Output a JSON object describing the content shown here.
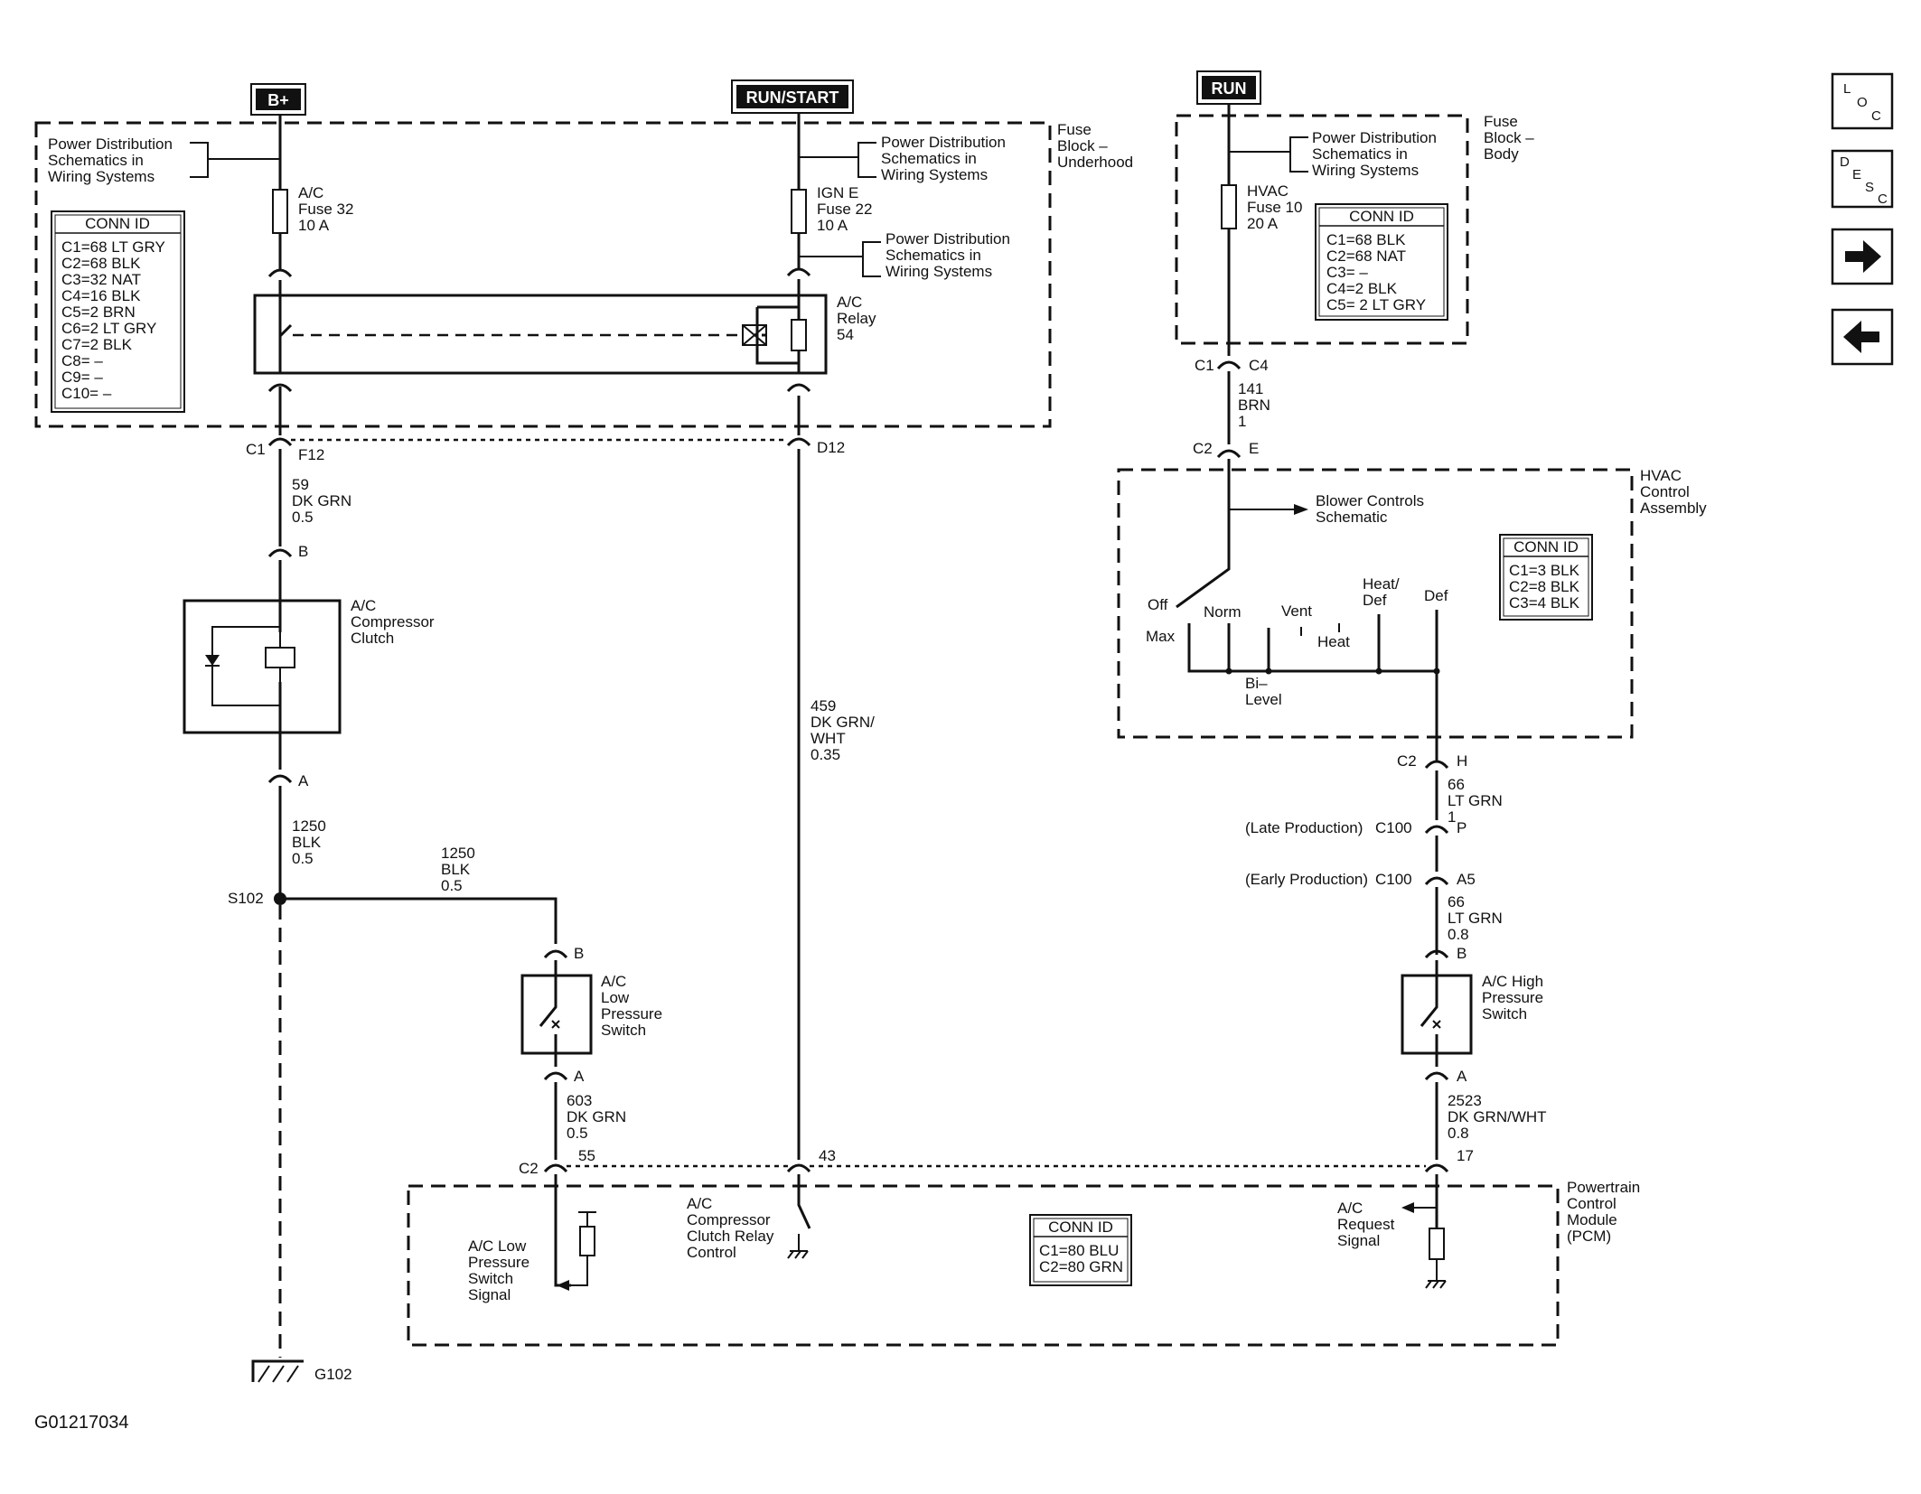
{
  "sources": {
    "bplus": "B+",
    "runstart": "RUN/START",
    "run": "RUN"
  },
  "fuse_blocks": {
    "underhood": [
      "Fuse",
      "Block –",
      "Underhood"
    ],
    "body": [
      "Fuse",
      "Block –",
      "Body"
    ]
  },
  "power_dist": [
    "Power Distribution",
    "Schematics in",
    "Wiring Systems"
  ],
  "conn_id_title": "CONN ID",
  "conn_underhood": [
    "C1=68 LT GRY",
    "C2=68 BLK",
    "C3=32 NAT",
    "C4=16 BLK",
    "C5=2 BRN",
    "C6=2 LT GRY",
    "C7=2 BLK",
    "C8= –",
    "C9= –",
    "C10= –"
  ],
  "conn_body": [
    "C1=68 BLK",
    "C2=68 NAT",
    "C3= –",
    "C4=2 BLK",
    "C5= 2 LT GRY"
  ],
  "conn_hvac": [
    "C1=3 BLK",
    "C2=8 BLK",
    "C3=4 BLK"
  ],
  "conn_pcm": [
    "C1=80 BLU",
    "C2=80 GRN"
  ],
  "fuses": {
    "ac": [
      "A/C",
      "Fuse 32",
      "10 A"
    ],
    "ign": [
      "IGN E",
      "Fuse 22",
      "10 A"
    ],
    "hvac": [
      "HVAC",
      "Fuse 10",
      "20 A"
    ]
  },
  "relay": [
    "A/C",
    "Relay",
    "54"
  ],
  "compressor": [
    "A/C",
    "Compressor",
    "Clutch"
  ],
  "low_switch": [
    "A/C",
    "Low",
    "Pressure",
    "Switch"
  ],
  "high_switch": [
    "A/C High",
    "Pressure",
    "Switch"
  ],
  "hvac_assembly": [
    "HVAC",
    "Control",
    "Assembly"
  ],
  "blower": [
    "Blower Controls",
    "Schematic"
  ],
  "modes": {
    "off": "Off",
    "max": "Max",
    "norm": "Norm",
    "bilevel": [
      "Bi–",
      "Level"
    ],
    "vent": "Vent",
    "heat": "Heat",
    "heatdef": [
      "Heat/",
      "Def"
    ],
    "def": "Def"
  },
  "pcm": [
    "Powertrain",
    "Control",
    "Module",
    "(PCM)"
  ],
  "pcm_low_signal": [
    "A/C Low",
    "Pressure",
    "Switch",
    "Signal"
  ],
  "pcm_relay_ctrl": [
    "A/C",
    "Compressor",
    "Clutch Relay",
    "Control"
  ],
  "pcm_request": [
    "A/C",
    "Request",
    "Signal"
  ],
  "wires": {
    "w59": [
      "59",
      "DK GRN",
      "0.5"
    ],
    "w1250a": [
      "1250",
      "BLK",
      "0.5"
    ],
    "w1250b": [
      "1250",
      "BLK",
      "0.5"
    ],
    "w603": [
      "603",
      "DK GRN",
      "0.5"
    ],
    "w459": [
      "459",
      "DK GRN/",
      "WHT",
      "0.35"
    ],
    "w141": [
      "141",
      "BRN",
      "1"
    ],
    "w66a": [
      "66",
      "LT GRN",
      "1"
    ],
    "w66b": [
      "66",
      "LT GRN",
      "0.8"
    ],
    "w2523": [
      "2523",
      "DK GRN/WHT",
      "0.8"
    ]
  },
  "connectors": {
    "c1": "C1",
    "f12": "F12",
    "d12": "D12",
    "b": "B",
    "a": "A",
    "s102": "S102",
    "c2": "C2",
    "p55": "55",
    "p43": "43",
    "p17": "17",
    "c4": "C4",
    "e": "E",
    "h": "H",
    "p": "P",
    "a5": "A5",
    "c100": "C100",
    "late": "(Late Production)",
    "early": "(Early Production)"
  },
  "ground": "G102",
  "figure_id": "G01217034",
  "nav": {
    "loc": [
      "L",
      "O",
      "C"
    ],
    "desc": [
      "D",
      "E",
      "S",
      "C"
    ]
  }
}
